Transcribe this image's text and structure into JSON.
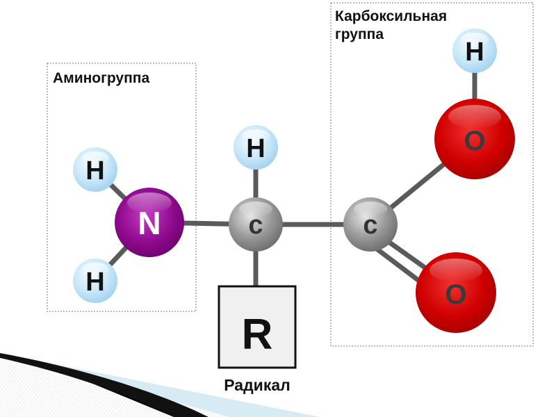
{
  "diagram": {
    "title": "Amino acid general structure",
    "groups": {
      "amino": {
        "label": "Аминогруппа"
      },
      "carboxyl": {
        "label_line1": "Карбоксильная",
        "label_line2": "группа"
      }
    },
    "radical": {
      "symbol": "R",
      "label": "Радикал"
    },
    "atoms": {
      "h_amino_top": "H",
      "h_amino_bottom": "H",
      "nitrogen": "N",
      "carbon_alpha": "C",
      "h_alpha": "H",
      "carbon_carboxyl": "C",
      "oxygen_hydroxyl": "O",
      "h_hydroxyl": "H",
      "oxygen_carbonyl": "O"
    },
    "colors": {
      "hydrogen": "#bfe3f7",
      "nitrogen": "#9a0a9a",
      "carbon": "#8c8c8c",
      "oxygen": "#d40000",
      "bond": "#555555"
    }
  }
}
